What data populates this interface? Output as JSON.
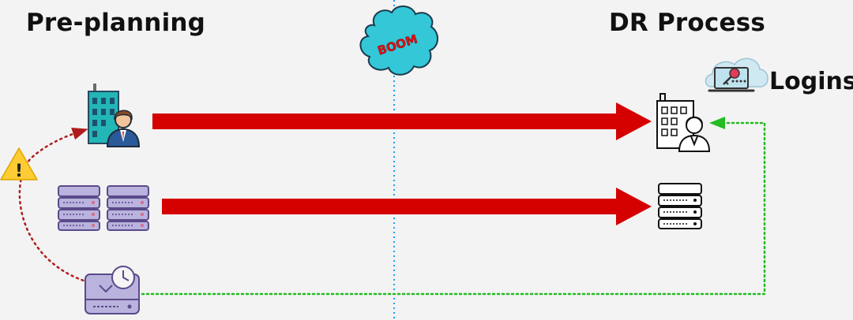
{
  "headings": {
    "pre_planning": "Pre-planning",
    "dr_process": "DR Process"
  },
  "labels": {
    "logins": "Logins",
    "warning_mark": "!",
    "boom": "BOOM"
  },
  "colors": {
    "background": "#f3f3f3",
    "arrow_red": "#d50000",
    "divider_blue": "#1aa3e6",
    "sync_green": "#22bb22",
    "restore_darkred": "#b01c1c",
    "warning_yellow": "#ffcc33",
    "boom_cloud": "#33c7d8"
  },
  "icons": [
    "office-user-icon-color",
    "server-rack-icon-color",
    "backup-disk-clock-icon",
    "warning-icon",
    "boom-cloud-icon",
    "office-user-icon-outline",
    "server-rack-icon-outline",
    "cloud-login-key-icon"
  ]
}
